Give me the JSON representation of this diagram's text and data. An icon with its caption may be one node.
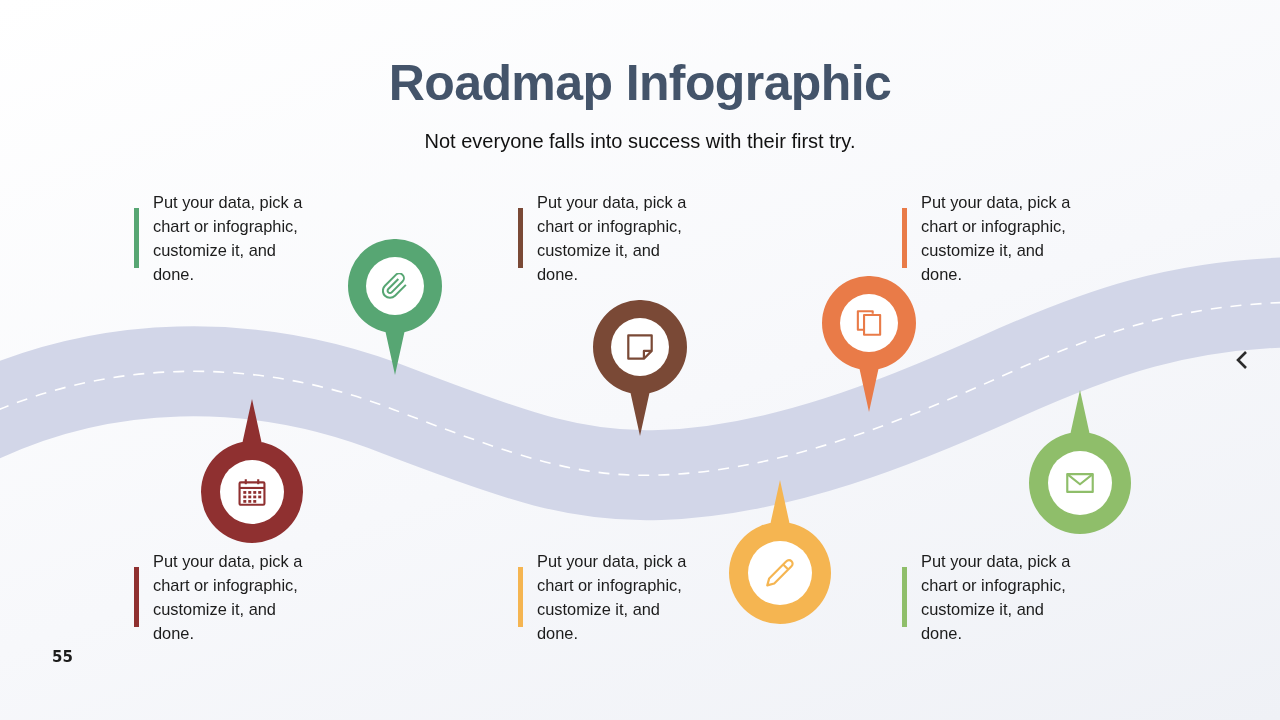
{
  "diagram": {
    "title": "Roadmap Infographic",
    "nodes": [
      {
        "text": [],
        "shape": "pin",
        "beside": [
          "Put your data, pick a chart or infographic, customize it, and done."
        ]
      },
      {
        "text": [],
        "shape": "pin",
        "beside": [
          "Put your data, pick a chart or infographic, customize it, and done."
        ]
      },
      {
        "text": [],
        "shape": "pin",
        "beside": [
          "Put your data, pick a chart or infographic, customize it, and done."
        ]
      },
      {
        "text": [],
        "shape": "pin",
        "beside": [
          "Put your data, pick a chart or infographic, customize it, and done."
        ]
      },
      {
        "text": [],
        "shape": "pin",
        "beside": [
          "Put your data, pick a chart or infographic, customize it, and done."
        ]
      },
      {
        "text": [],
        "shape": "pin",
        "beside": [
          "Put your data, pick a chart or infographic, customize it, and done."
        ]
      }
    ],
    "labels": [
      "Not everyone falls into success with their first try.",
      "55"
    ]
  }
}
